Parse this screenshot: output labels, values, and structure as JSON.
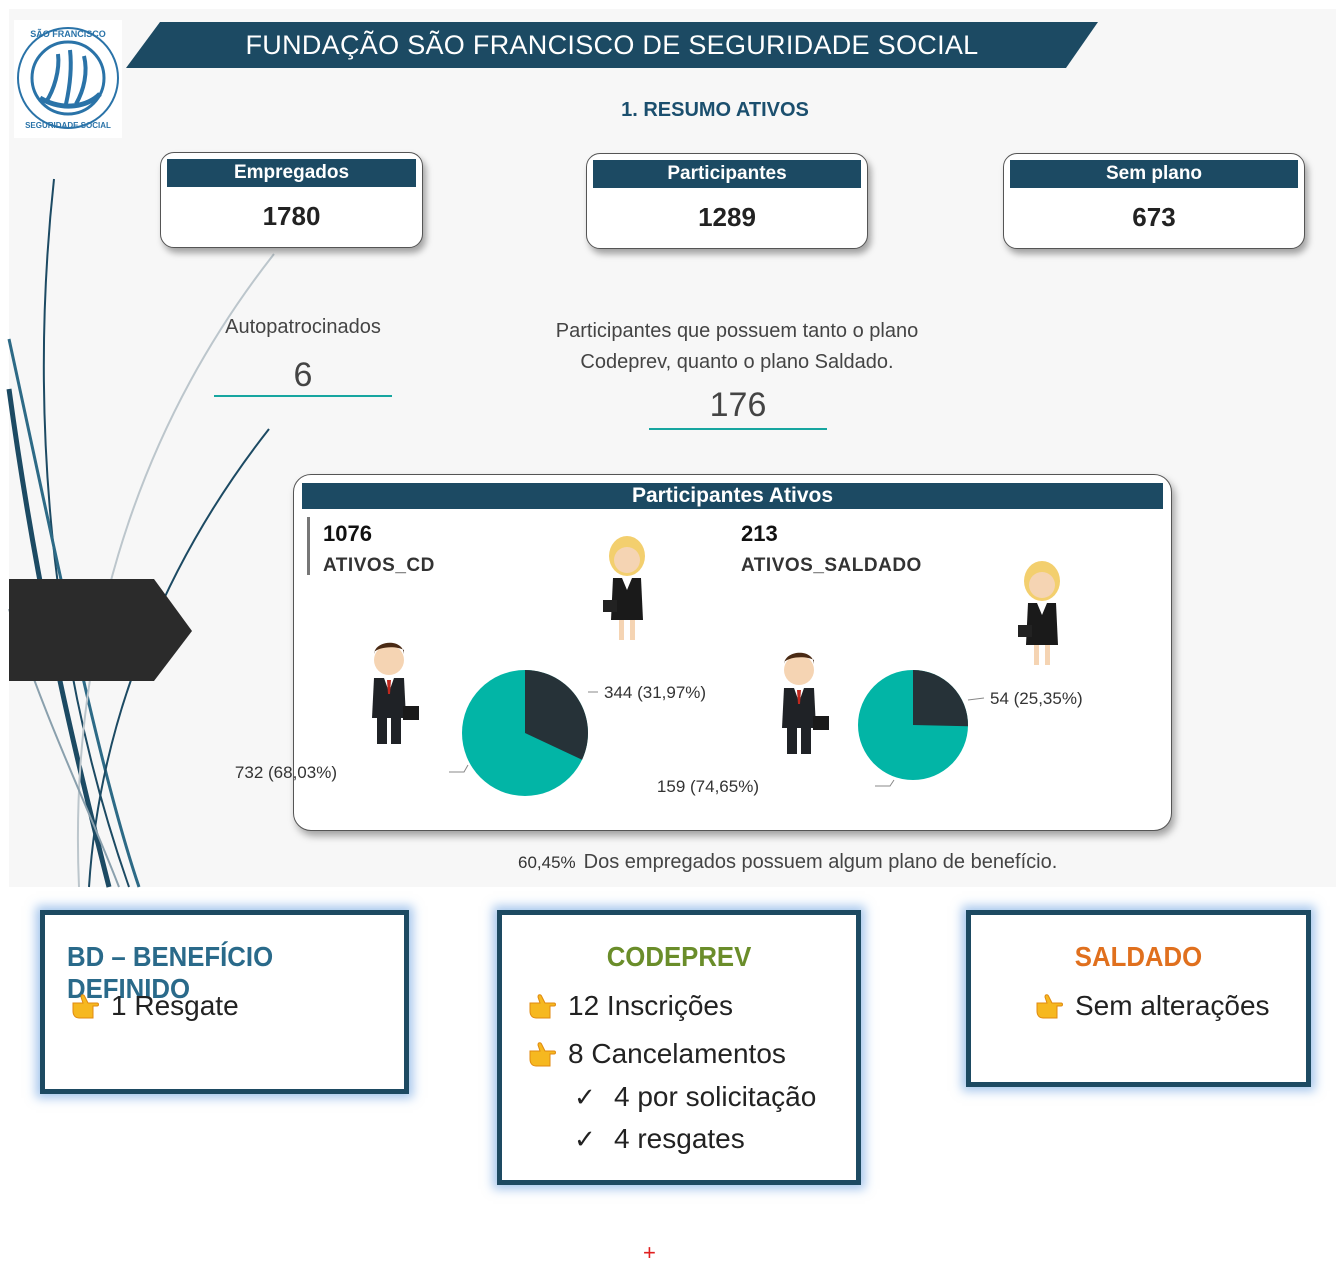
{
  "header": {
    "title": "FUNDAÇÃO SÃO FRANCISCO DE SEGURIDADE SOCIAL",
    "subtitle": "1. RESUMO ATIVOS",
    "logo_text": "FUNDAÇÃO SÃO FRANCISCO DE SEGURIDADE SOCIAL",
    "banner_color": "#1c4a63"
  },
  "kpis": [
    {
      "label": "Empregados",
      "value": "1780"
    },
    {
      "label": "Participantes",
      "value": "1289"
    },
    {
      "label": "Sem plano",
      "value": "673"
    }
  ],
  "autopatrocinados": {
    "label": "Autopatrocinados",
    "value": "6"
  },
  "both_plans": {
    "label": "Participantes que possuem tanto o plano Codeprev, quanto o plano Saldado.",
    "value": "176"
  },
  "participantes_ativos": {
    "title": "Participantes Ativos"
  },
  "chart_data": [
    {
      "type": "pie",
      "stat_value": "1076",
      "stat_label": "ATIVOS_CD",
      "slices": [
        {
          "value": 732,
          "label": "732 (68,03%)",
          "color": "#02b5a6",
          "icon": "businessman-icon"
        },
        {
          "value": 344,
          "label": "344 (31,97%)",
          "color": "#263238",
          "icon": "businesswoman-icon"
        }
      ]
    },
    {
      "type": "pie",
      "stat_value": "213",
      "stat_label": "ATIVOS_SALDADO",
      "slices": [
        {
          "value": 159,
          "label": "159 (74,65%)",
          "color": "#02b5a6",
          "icon": "businessman-icon"
        },
        {
          "value": 54,
          "label": "54 (25,35%)",
          "color": "#263238",
          "icon": "businesswoman-icon"
        }
      ]
    }
  ],
  "coverage": {
    "pct": "60,45%",
    "text": "Dos empregados possuem algum plano de benefício."
  },
  "boxes": {
    "bd": {
      "title": "BD – BENEFÍCIO DEFINIDO",
      "color": "#2a6a8a",
      "items": [
        "1 Resgate"
      ]
    },
    "codeprev": {
      "title": "CODEPREV",
      "color": "#6a8d2a",
      "items": [
        "12 Inscrições",
        "8 Cancelamentos"
      ],
      "subitems": [
        "4 por solicitação",
        "4 resgates"
      ],
      "check": "✓"
    },
    "saldado": {
      "title": "SALDADO",
      "color": "#e0701e",
      "items": [
        "Sem alterações"
      ]
    }
  },
  "footer_mark": "+"
}
